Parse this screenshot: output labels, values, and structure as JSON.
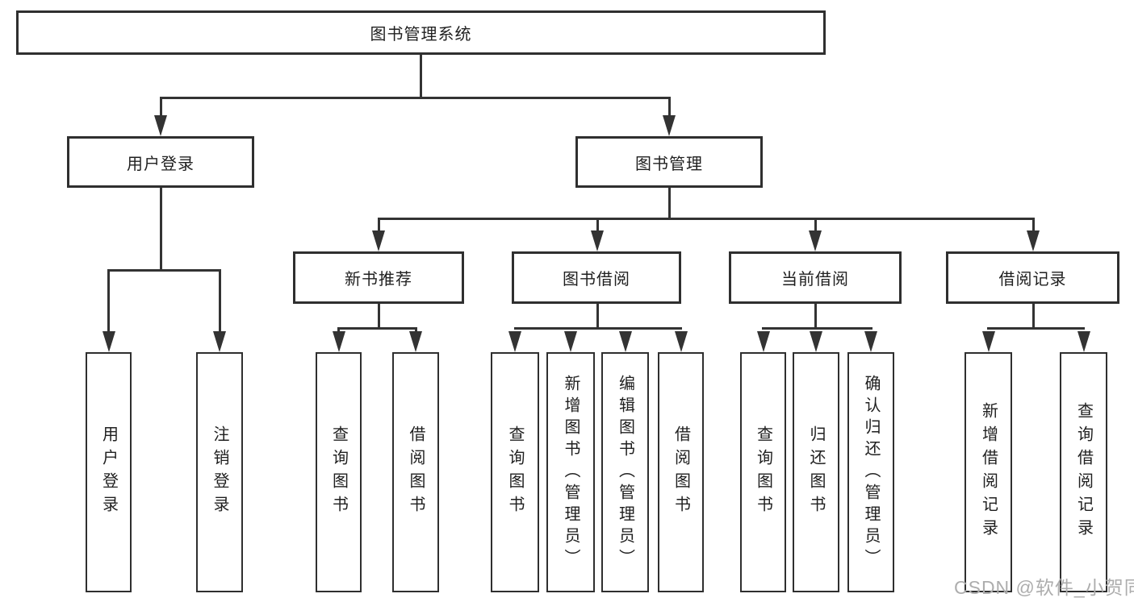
{
  "title": "图书管理系统",
  "watermark": "CSDN @软件_小贺同学",
  "colors": {
    "line": "#333333",
    "box_border": "#2f2f2f",
    "text": "#1f1f1f",
    "watermark": "#adadad",
    "background": "#ffffff"
  },
  "nodes": {
    "root": {
      "label": "图书管理系统"
    },
    "level2": [
      {
        "label": "用户登录"
      },
      {
        "label": "图书管理"
      }
    ],
    "level3": [
      {
        "label": "新书推荐"
      },
      {
        "label": "图书借阅"
      },
      {
        "label": "当前借阅"
      },
      {
        "label": "借阅记录"
      }
    ],
    "leaves": {
      "user_login": [
        {
          "label": "用户登录"
        },
        {
          "label": "注销登录"
        }
      ],
      "new_book": [
        {
          "label": "查询图书"
        },
        {
          "label": "借阅图书"
        }
      ],
      "book_borrow": [
        {
          "label": "查询图书"
        },
        {
          "label": "新增图书（管理员）"
        },
        {
          "label": "编辑图书（管理员）"
        },
        {
          "label": "借阅图书"
        }
      ],
      "current_borrow": [
        {
          "label": "查询图书"
        },
        {
          "label": "归还图书"
        },
        {
          "label": "确认归还（管理员）"
        }
      ],
      "borrow_records": [
        {
          "label": "新增借阅记录"
        },
        {
          "label": "查询借阅记录"
        }
      ]
    }
  },
  "hierarchy": [
    {
      "parent": "图书管理系统",
      "children": [
        "用户登录",
        "图书管理"
      ]
    },
    {
      "parent": "用户登录",
      "children": [
        "用户登录",
        "注销登录"
      ]
    },
    {
      "parent": "图书管理",
      "children": [
        "新书推荐",
        "图书借阅",
        "当前借阅",
        "借阅记录"
      ]
    },
    {
      "parent": "新书推荐",
      "children": [
        "查询图书",
        "借阅图书"
      ]
    },
    {
      "parent": "图书借阅",
      "children": [
        "查询图书",
        "新增图书（管理员）",
        "编辑图书（管理员）",
        "借阅图书"
      ]
    },
    {
      "parent": "当前借阅",
      "children": [
        "查询图书",
        "归还图书",
        "确认归还（管理员）"
      ]
    },
    {
      "parent": "借阅记录",
      "children": [
        "新增借阅记录",
        "查询借阅记录"
      ]
    }
  ]
}
